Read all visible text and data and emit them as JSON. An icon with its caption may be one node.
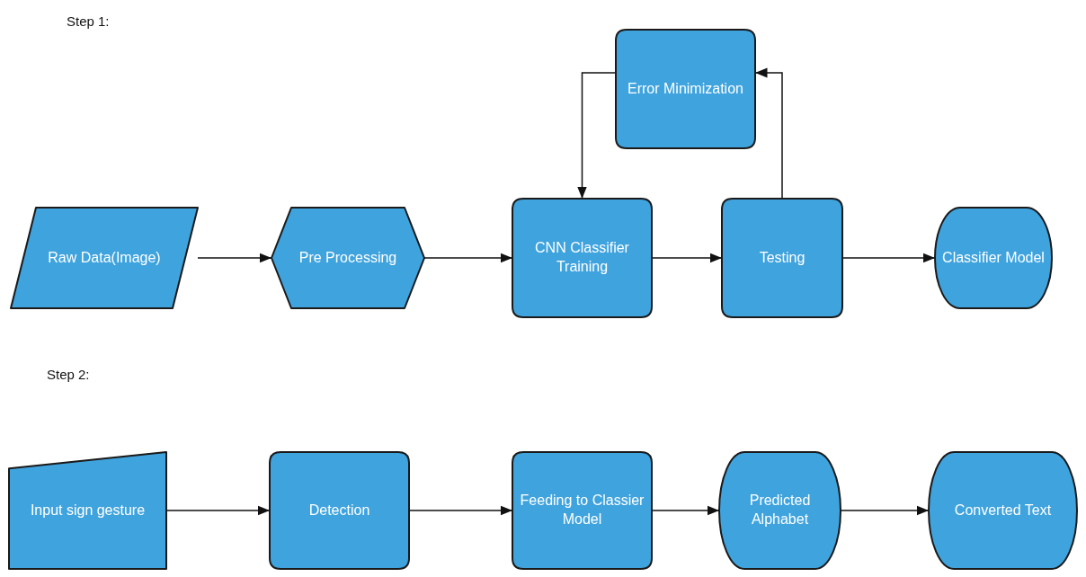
{
  "diagram": {
    "nodes": [
      {
        "text": [
          "Raw Data(Image)"
        ]
      },
      {
        "text": [
          "Pre Processing"
        ]
      },
      {
        "text": [
          "CNN Classifier Training"
        ]
      },
      {
        "text": [
          "Error Minimization"
        ]
      },
      {
        "text": [
          "Testing"
        ]
      },
      {
        "text": [
          "Classifier Model"
        ]
      },
      {
        "text": [
          "Input sign gesture"
        ]
      },
      {
        "text": [
          "Detection"
        ]
      },
      {
        "text": [
          "Feeding to Classier Model"
        ]
      },
      {
        "text": [
          "Predicted Alphabet"
        ]
      },
      {
        "text": [
          "Converted Text"
        ]
      }
    ],
    "edges": [
      {
        "from": 0,
        "to": 1,
        "arrow": "to"
      },
      {
        "from": 1,
        "to": 2,
        "arrow": "to"
      },
      {
        "from": 3,
        "to": 2,
        "arrow": "to"
      },
      {
        "from": 2,
        "to": 4,
        "arrow": "to"
      },
      {
        "from": 4,
        "to": 3,
        "arrow": "to"
      },
      {
        "from": 4,
        "to": 5,
        "arrow": "to"
      },
      {
        "from": 6,
        "to": 7,
        "arrow": "to"
      },
      {
        "from": 7,
        "to": 8,
        "arrow": "to"
      },
      {
        "from": 8,
        "to": 9,
        "arrow": "to"
      },
      {
        "from": 9,
        "to": 10,
        "arrow": "to"
      }
    ],
    "labels": [
      "Step 1:",
      "Step 2:"
    ]
  }
}
